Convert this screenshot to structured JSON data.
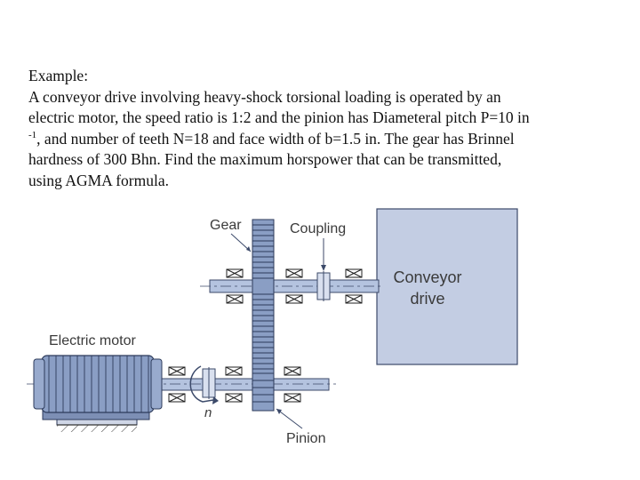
{
  "example": {
    "heading": "Example:",
    "line1": "A conveyor drive involving heavy-shock torsional loading is operated by an",
    "line2": "electric motor, the speed ratio is 1:2 and the pinion has Diameteral pitch P=10 in",
    "line3_sup": "-1",
    "line3_rest": ", and number of teeth N=18 and face width of b=1.5 in. The gear has Brinnel",
    "line4": "hardness of 300 Bhn. Find the maximum horspower that can be transmitted,",
    "line5": "using AGMA formula."
  },
  "figure": {
    "gear_label": "Gear",
    "coupling_label": "Coupling",
    "conveyor_line1": "Conveyor",
    "conveyor_line2": "drive",
    "motor_label": "Electric motor",
    "speed_label": "n",
    "pinion_label": "Pinion"
  },
  "colors": {
    "steel_blue": "#8a9ec4",
    "shaft_blue": "#b4c3df",
    "drive_box": "#c3cde3",
    "outline": "#3c4a6a"
  }
}
